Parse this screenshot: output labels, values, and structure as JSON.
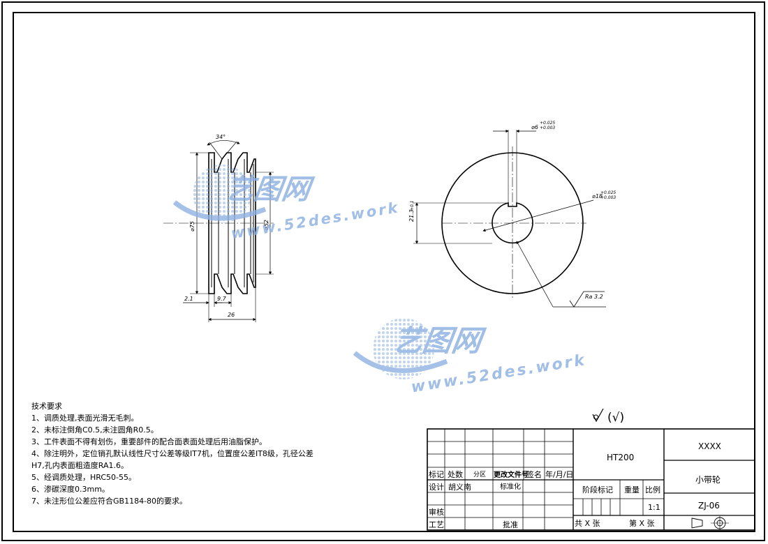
{
  "watermark": {
    "brand": "艺图网",
    "domain": "www.52des.work"
  },
  "side_view": {
    "groove_angle": "34°",
    "outer_dia": "⌀75",
    "groove_dia": "⌀52",
    "left_offset": "2.1",
    "groove_pitch": "9.7",
    "total_width": "26"
  },
  "front_view": {
    "key_width": "⌀6",
    "key_width_tol_upper": "+0.025",
    "key_width_tol_lower": "+0.003",
    "bore_dia": "⌀18",
    "bore_dia_tol_upper": "+0.025",
    "bore_dia_tol_lower": "+0.003",
    "keyway_depth": "21.3",
    "keyway_depth_tol": "+0.1",
    "roughness": "Ra 3.2"
  },
  "general_roughness": "(√)",
  "notes": {
    "title": "技术要求",
    "lines": [
      "1、调质处理,表面光滑无毛刺。",
      "2、未标注倒角C0.5,未注圆角R0.5。",
      "3、工件表面不得有划伤，重要部件的配合面表面处理后用油脂保护。",
      "4、除注明外，定位销孔默认线性尺寸公差等级IT7机，位置度公差IT8级，孔径公差",
      "H7,孔内表面粗造度RA1.6。",
      "5、经调质处理，HRC50-55。",
      "6、渗碳深度0.3mm。",
      "7、未注形位公差应符合GB1184-80的要求。"
    ]
  },
  "title_block": {
    "material": "HT200",
    "company": "XXXX",
    "part_name": "小带轮",
    "drawing_no": "ZJ-06",
    "scale": "1:1",
    "labels": {
      "mark": "标记",
      "count": "处数",
      "zone": "分区",
      "change_doc": "更改文件号",
      "sign": "签名",
      "date": "年/月/日",
      "design": "设计",
      "designer": "胡义南",
      "standard": "标准化",
      "review": "审核",
      "process": "工艺",
      "approve": "批准",
      "stage": "阶段标记",
      "weight": "重量",
      "ratio": "比例",
      "total": "共 X 张",
      "sheet": "第 X 张"
    }
  }
}
